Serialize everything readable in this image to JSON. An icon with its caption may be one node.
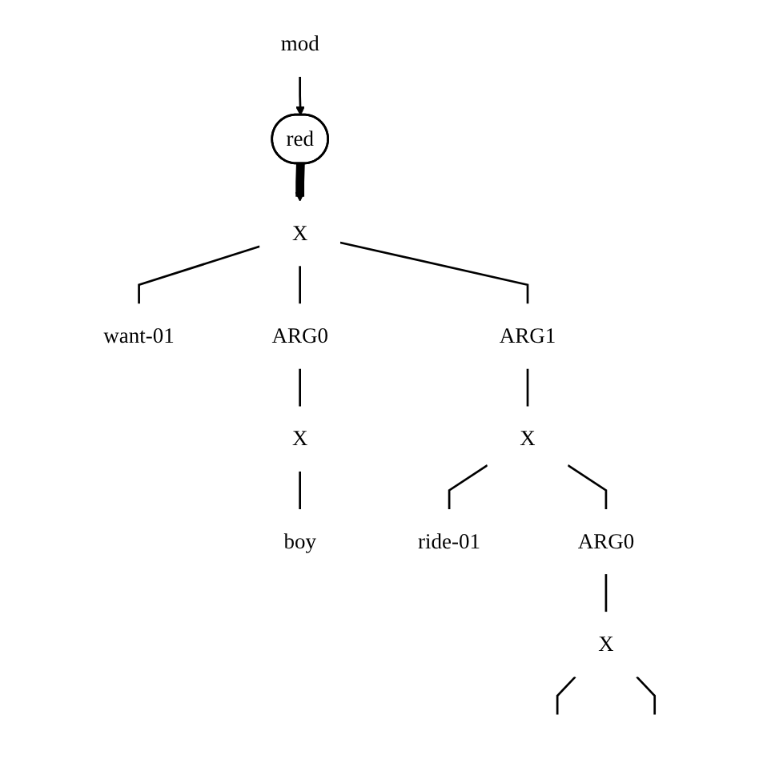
{
  "diagram": {
    "nodes": [
      {
        "text": [
          "mod"
        ]
      },
      {
        "text": [
          "red"
        ]
      },
      {
        "text": [
          "X"
        ]
      },
      {
        "text": [
          "want-01"
        ]
      },
      {
        "text": [
          "ARG0"
        ]
      },
      {
        "text": [
          "ARG1"
        ]
      },
      {
        "text": [
          "X"
        ]
      },
      {
        "text": [
          "boy"
        ]
      },
      {
        "text": [
          "X"
        ]
      },
      {
        "text": [
          "ride-01"
        ]
      },
      {
        "text": [
          "ARG0"
        ]
      },
      {
        "text": [
          "X"
        ]
      }
    ],
    "edges": [
      {
        "from": 0,
        "to": 1,
        "arrow": "to"
      },
      {
        "from": 1,
        "to": 2,
        "arrow": "to",
        "style": "thick"
      },
      {
        "from": 2,
        "to": 3,
        "arrow": "none"
      },
      {
        "from": 2,
        "to": 4,
        "arrow": "none"
      },
      {
        "from": 2,
        "to": 5,
        "arrow": "none"
      },
      {
        "from": 4,
        "to": 6,
        "arrow": "none"
      },
      {
        "from": 6,
        "to": 7,
        "arrow": "none"
      },
      {
        "from": 5,
        "to": 8,
        "arrow": "none"
      },
      {
        "from": 8,
        "to": 9,
        "arrow": "none"
      },
      {
        "from": 8,
        "to": 10,
        "arrow": "none"
      },
      {
        "from": 10,
        "to": 11,
        "arrow": "none"
      },
      {
        "from": 11,
        "to": null,
        "arrow": "none"
      },
      {
        "from": 11,
        "to": null,
        "arrow": "none"
      }
    ]
  }
}
